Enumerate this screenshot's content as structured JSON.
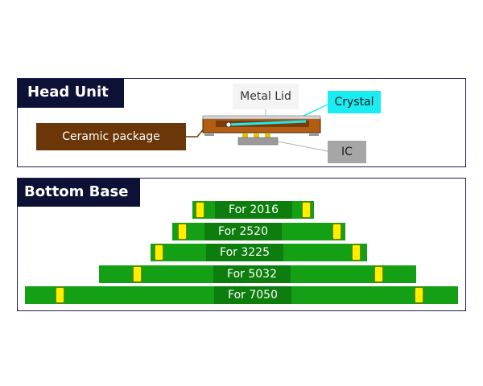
{
  "head_unit": {
    "title": "Head Unit",
    "labels": {
      "metal_lid": "Metal Lid",
      "crystal": "Crystal",
      "ceramic_package": "Ceramic package",
      "ic": "IC"
    }
  },
  "bottom_base": {
    "title": "Bottom Base",
    "sizes": [
      {
        "label": "For 2016"
      },
      {
        "label": "For 2520"
      },
      {
        "label": "For 3225"
      },
      {
        "label": "For 5032"
      },
      {
        "label": "For 7050"
      }
    ]
  },
  "colors": {
    "title_bg": "#0d1136",
    "panel_border": "#1c1c5a",
    "ceramic": "#6b3608",
    "crystal": "#19ecf2",
    "ic": "#a6a6a6",
    "base_green": "#14a014",
    "pin_yellow": "#fff000"
  }
}
